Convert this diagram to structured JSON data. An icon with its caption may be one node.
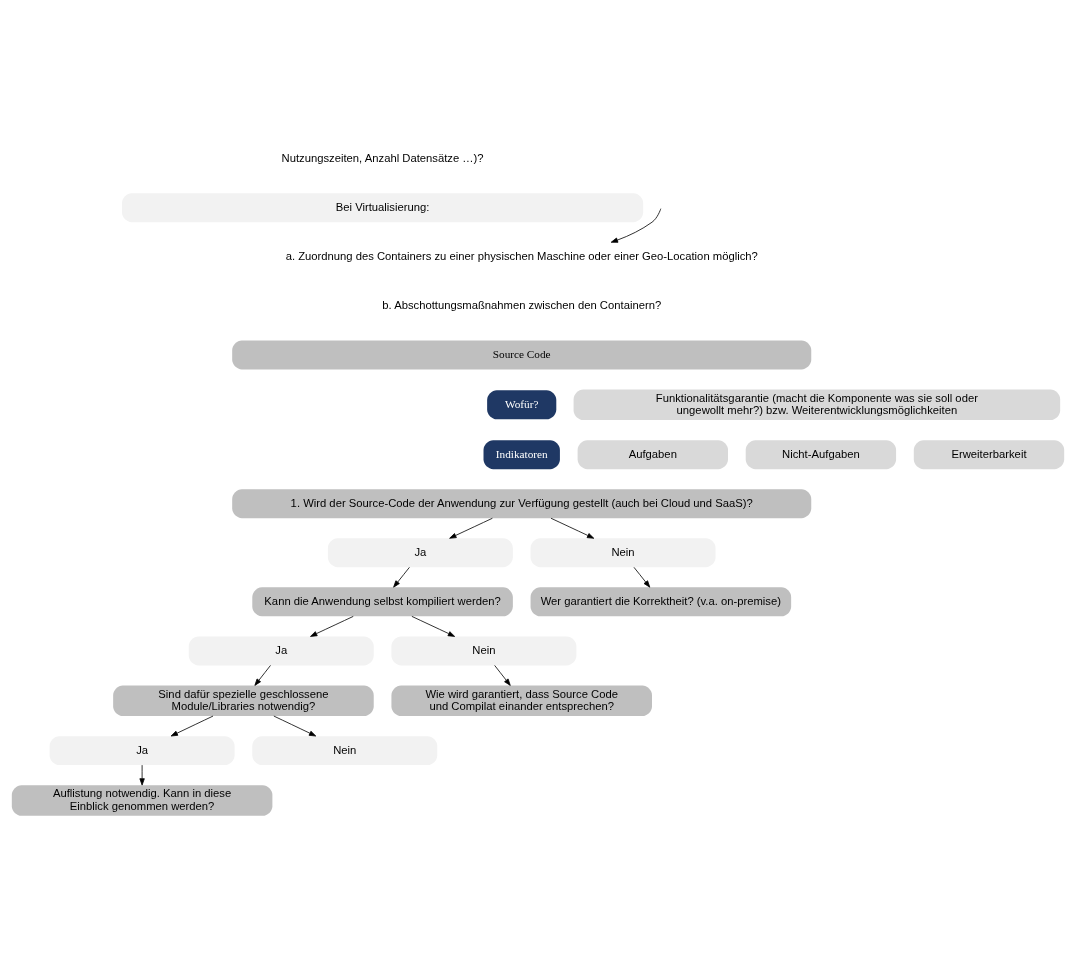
{
  "diagram": {
    "nodes": [
      {
        "text": [
          "Bei Virtualisierung:"
        ]
      },
      {
        "text": [
          "a. Zuordnung des Containers zu einer physischen Maschine oder einer Geo-Location möglich?"
        ]
      },
      {
        "text": [
          "Source Code"
        ]
      },
      {
        "text": [
          "Wofür?"
        ]
      },
      {
        "text": [
          "Funktionalitätsgarantie (macht die Komponente was sie soll oder ungewollt mehr?) bzw. Weiterentwicklungsmöglichkeiten"
        ]
      },
      {
        "text": [
          "Indikatoren"
        ]
      },
      {
        "text": [
          "Aufgaben"
        ]
      },
      {
        "text": [
          "Nicht-Aufgaben"
        ]
      },
      {
        "text": [
          "Erweiterbarkeit"
        ]
      },
      {
        "text": [
          "1. Wird der Source-Code der Anwendung zur Verfügung gestellt (auch bei Cloud und SaaS)?"
        ]
      },
      {
        "text": [
          "Ja"
        ]
      },
      {
        "text": [
          "Nein"
        ]
      },
      {
        "text": [
          "Kann die Anwendung selbst kompiliert werden?"
        ]
      },
      {
        "text": [
          "Wer garantiert die Korrektheit? (v.a. on-premise)"
        ]
      },
      {
        "text": [
          "Ja"
        ]
      },
      {
        "text": [
          "Nein"
        ]
      },
      {
        "text": [
          "Sind dafür spezielle geschlossene Module/Libraries notwendig?"
        ]
      },
      {
        "text": [
          "Wie wird garantiert, dass Source Code und Compilat einander entsprechen?"
        ]
      },
      {
        "text": [
          "Ja"
        ]
      },
      {
        "text": [
          "Nein"
        ]
      },
      {
        "text": [
          "Auflistung notwendig. Kann in diese Einblick genommen werden?"
        ]
      }
    ],
    "edges": [
      {
        "from": null,
        "to": 1,
        "arrow": "to"
      },
      {
        "from": 9,
        "to": 10,
        "arrow": "to"
      },
      {
        "from": 9,
        "to": 11,
        "arrow": "to"
      },
      {
        "from": 10,
        "to": 12,
        "arrow": "to"
      },
      {
        "from": 11,
        "to": 13,
        "arrow": "to"
      },
      {
        "from": 12,
        "to": 14,
        "arrow": "to"
      },
      {
        "from": 12,
        "to": 15,
        "arrow": "to"
      },
      {
        "from": 14,
        "to": 16,
        "arrow": "to"
      },
      {
        "from": 15,
        "to": 17,
        "arrow": "to"
      },
      {
        "from": 16,
        "to": 18,
        "arrow": "to"
      },
      {
        "from": 16,
        "to": 19,
        "arrow": "to"
      },
      {
        "from": 18,
        "to": 20,
        "arrow": "to"
      }
    ],
    "labels": [
      "Nutzungszeiten, Anzahl Datensätze …)?",
      "b. Abschottungsmaßnahmen zwischen den Containern?"
    ]
  }
}
